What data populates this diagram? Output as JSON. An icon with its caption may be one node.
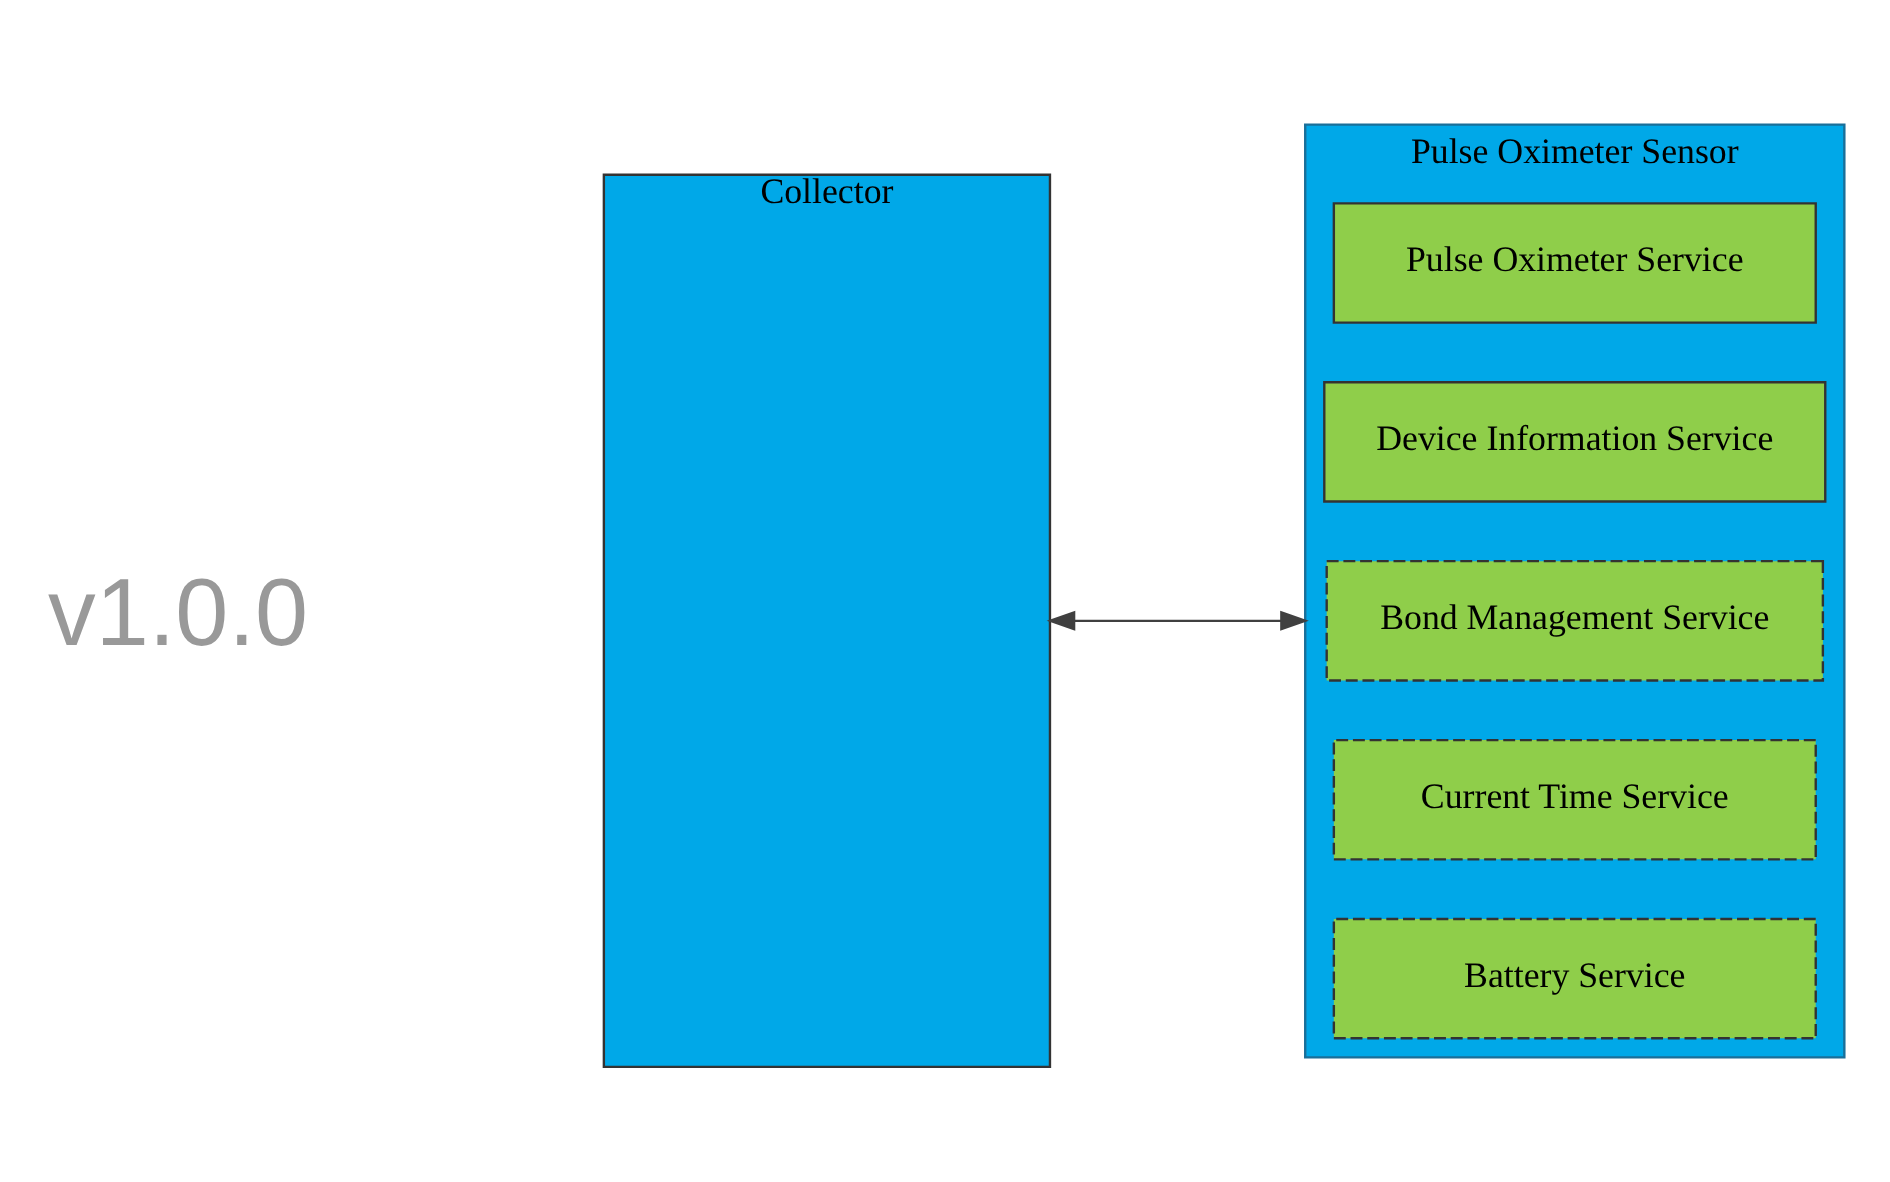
{
  "diagram": {
    "nodes": [
      {
        "text": [
          "Collector"
        ]
      },
      {
        "text": [
          "Pulse Oximeter Sensor"
        ]
      },
      {
        "text": [
          "Pulse Oximeter Service"
        ],
        "in": 1
      },
      {
        "text": [
          "Device Information Service"
        ],
        "in": 1
      },
      {
        "text": [
          "Bond Management Service"
        ],
        "in": 1
      },
      {
        "text": [
          "Current Time Service"
        ],
        "in": 1
      },
      {
        "text": [
          "Battery Service"
        ],
        "in": 1
      }
    ],
    "edges": [
      {
        "from": 0,
        "to": 1,
        "arrow": "both"
      }
    ],
    "labels": [
      "v1.0.0"
    ]
  }
}
